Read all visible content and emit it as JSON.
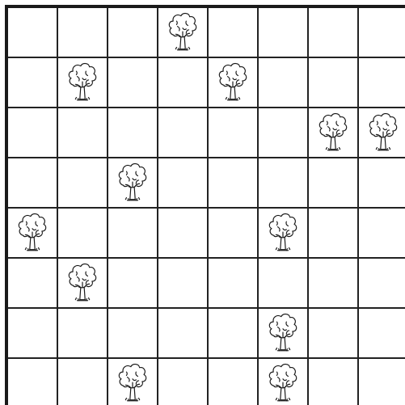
{
  "grid": {
    "rows": 8,
    "cols": 8,
    "trees": [
      [
        0,
        0,
        0,
        1,
        0,
        0,
        0,
        0
      ],
      [
        0,
        1,
        0,
        0,
        1,
        0,
        0,
        0
      ],
      [
        0,
        0,
        0,
        0,
        0,
        0,
        1,
        1
      ],
      [
        0,
        0,
        1,
        0,
        0,
        0,
        0,
        0
      ],
      [
        1,
        0,
        0,
        0,
        0,
        1,
        0,
        0
      ],
      [
        0,
        1,
        0,
        0,
        0,
        0,
        0,
        0
      ],
      [
        0,
        0,
        0,
        0,
        0,
        1,
        0,
        0
      ],
      [
        0,
        0,
        1,
        0,
        0,
        1,
        0,
        0
      ]
    ],
    "cell_icon": "tree-icon",
    "line_color": "#222222",
    "background": "#ffffff"
  }
}
